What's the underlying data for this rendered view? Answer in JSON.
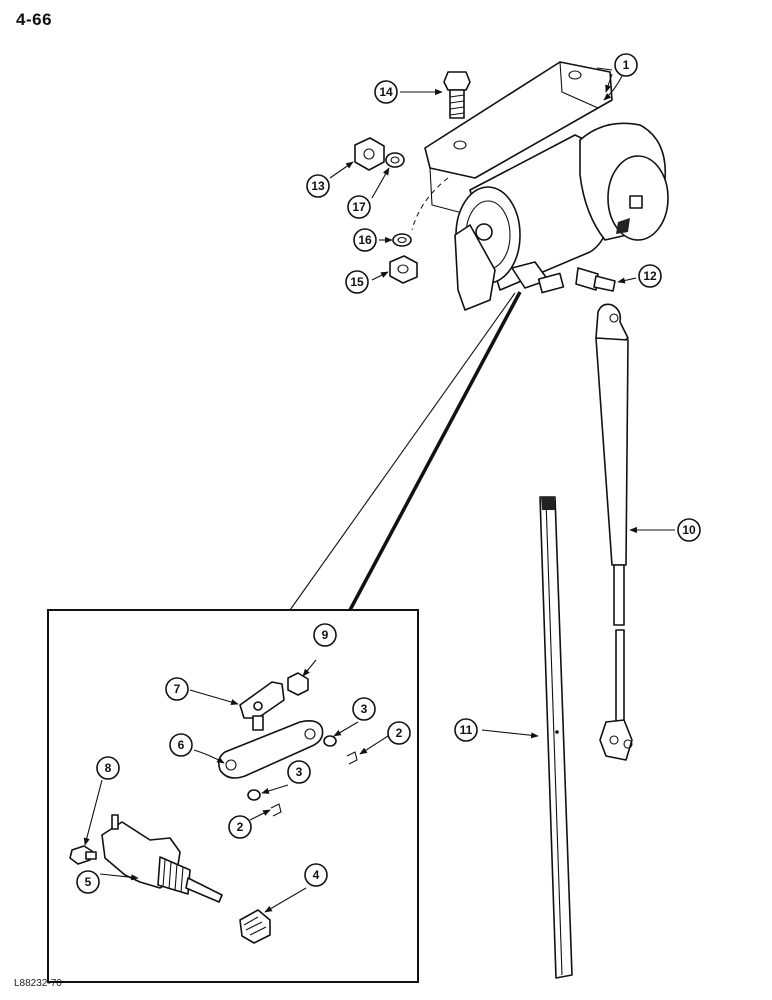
{
  "page": {
    "number": "4-66",
    "figure_code": "L88232-70"
  },
  "callouts": [
    {
      "id": "1",
      "label": "1"
    },
    {
      "id": "2a",
      "label": "2"
    },
    {
      "id": "2b",
      "label": "2"
    },
    {
      "id": "3a",
      "label": "3"
    },
    {
      "id": "3b",
      "label": "3"
    },
    {
      "id": "4",
      "label": "4"
    },
    {
      "id": "5",
      "label": "5"
    },
    {
      "id": "6",
      "label": "6"
    },
    {
      "id": "7",
      "label": "7"
    },
    {
      "id": "8",
      "label": "8"
    },
    {
      "id": "9",
      "label": "9"
    },
    {
      "id": "10",
      "label": "10"
    },
    {
      "id": "11",
      "label": "11"
    },
    {
      "id": "12",
      "label": "12"
    },
    {
      "id": "13",
      "label": "13"
    },
    {
      "id": "14",
      "label": "14"
    },
    {
      "id": "15",
      "label": "15"
    },
    {
      "id": "16",
      "label": "16"
    },
    {
      "id": "17",
      "label": "17"
    }
  ]
}
